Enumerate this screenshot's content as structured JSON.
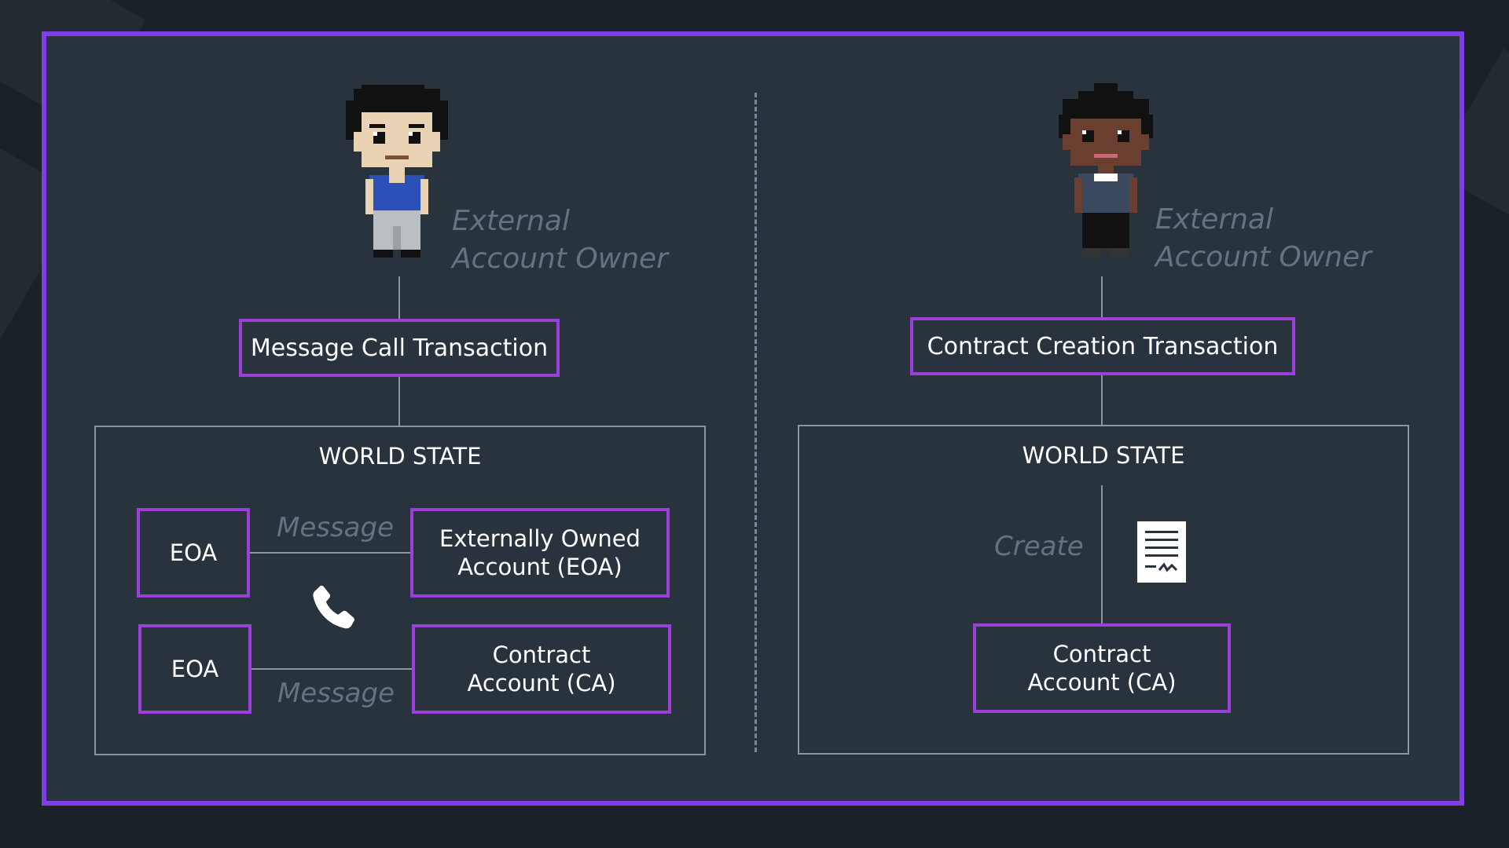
{
  "left_panel": {
    "owner_label_line1": "External",
    "owner_label_line2": "Account Owner",
    "transaction_label": "Message Call Transaction",
    "world_state_title": "WORLD STATE",
    "eoa_top": "EOA",
    "eoa_bottom": "EOA",
    "message_top": "Message",
    "message_bottom": "Message",
    "target_top_line1": "Externally Owned",
    "target_top_line2": "Account (EOA)",
    "target_bottom_line1": "Contract",
    "target_bottom_line2": "Account (CA)",
    "icon": "phone-icon"
  },
  "right_panel": {
    "owner_label_line1": "External",
    "owner_label_line2": "Account Owner",
    "transaction_label": "Contract Creation Transaction",
    "world_state_title": "WORLD STATE",
    "create_label": "Create",
    "contract_line1": "Contract",
    "contract_line2": "Account (CA)",
    "icon": "document-icon"
  },
  "colors": {
    "frame": "#7f3fe6",
    "box_border": "#9a3fd8",
    "panel_bg": "#29333d",
    "page_bg": "#1b2128",
    "muted_text": "#68727e"
  }
}
